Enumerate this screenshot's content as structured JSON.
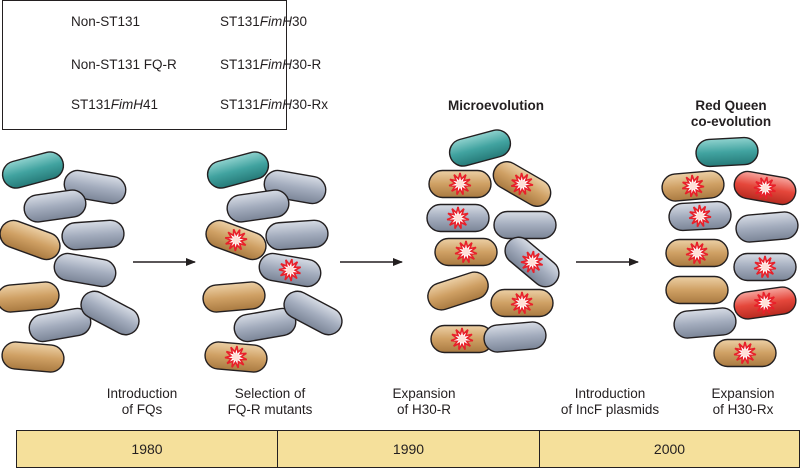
{
  "legend": [
    {
      "key": "non_st131",
      "text": "Non-ST131",
      "italic": ""
    },
    {
      "key": "non_st131_fqr",
      "text": "Non-ST131 FQ-R",
      "italic": ""
    },
    {
      "key": "fimh41",
      "text": "ST131",
      "italic": "FimH",
      "suffix": "41"
    },
    {
      "key": "fimh30",
      "text": "ST131",
      "italic": "FimH",
      "suffix": "30"
    },
    {
      "key": "fimh30r",
      "text": "ST131",
      "italic": "FimH",
      "suffix": "30-R"
    },
    {
      "key": "fimh30rx",
      "text": "ST131",
      "italic": "FimH",
      "suffix": "30-Rx"
    }
  ],
  "colors": {
    "non_st131": "#9aa3b3",
    "fimh41": "#3f9e9c",
    "fimh30": "#c89a5c",
    "fimh30rx": "#e0443a",
    "burst": "#e8202a",
    "timeline": "#f5e09b"
  },
  "headers": {
    "microevolution": "Microevolution",
    "red_queen_1": "Red Queen",
    "red_queen_2": "co-evolution"
  },
  "stages": [
    {
      "line1": "Introduction",
      "line2": "of FQs"
    },
    {
      "line1": "Selection of",
      "line2": "FQ-R mutants"
    },
    {
      "line1": "Expansion",
      "line2": "of H30-R"
    },
    {
      "line1": "Introduction",
      "line2": "of IncF plasmids"
    },
    {
      "line1": "Expansion",
      "line2": "of H30-Rx"
    }
  ],
  "timeline": [
    "1980",
    "1990",
    "2000"
  ]
}
